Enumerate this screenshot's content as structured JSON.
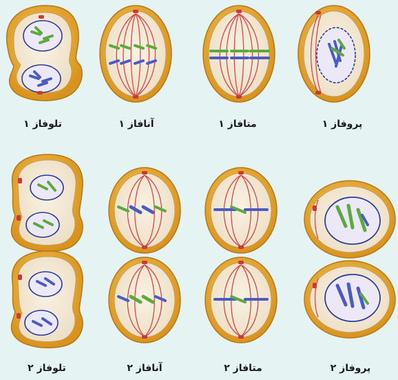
{
  "stages": [
    {
      "id": "telophase1",
      "label": "تلوفاز ۱"
    },
    {
      "id": "anaphase1",
      "label": "آنافاز ۱"
    },
    {
      "id": "metaphase1",
      "label": "متافاز ۱"
    },
    {
      "id": "prophase1",
      "label": "پروفاز ۱"
    },
    {
      "id": "telophase2",
      "label": "تلوفاز ۲"
    },
    {
      "id": "anaphase2",
      "label": "آنافاز ۲"
    },
    {
      "id": "metaphase2",
      "label": "متافاز ۲"
    },
    {
      "id": "prophase2",
      "label": "پروفاز ۲"
    }
  ],
  "colors": {
    "background": "#e6f3f3",
    "cell_rim": "#e2a62a",
    "cytoplasm": "#f3ead7",
    "spindle": "#d9464a",
    "nucleus_fill": "#ece8f7",
    "nucleus_border": "#2b3c9a",
    "chromosome_green": "#5aaa3e",
    "chromosome_blue": "#4b5bc4",
    "centriole": "#c93a36"
  }
}
